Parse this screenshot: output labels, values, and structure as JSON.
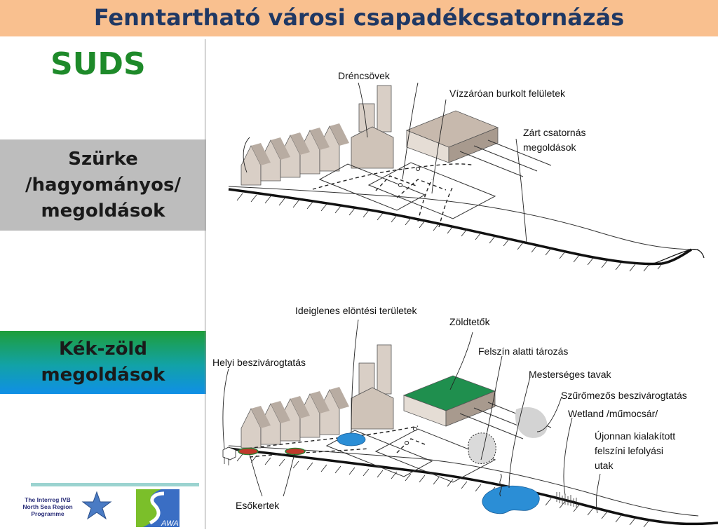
{
  "title": "Fenntartható városi csapadékcsatornázás",
  "heading": "SUDS",
  "grey_box": {
    "lines": [
      "Szürke",
      "/hagyományos/",
      "megoldások"
    ]
  },
  "bluegreen_box": {
    "lines": [
      "Kék-zöld",
      "megoldások"
    ]
  },
  "top_diagram": {
    "labels": {
      "drain": "Dréncsövek",
      "sealed": "Vízzáróan burkolt felületek",
      "closed1": "Zárt csatornás",
      "closed2": "megoldások"
    }
  },
  "bottom_diagram": {
    "labels": {
      "flood": "Ideiglenes elöntési területek",
      "greenroof": "Zöldtetők",
      "underground": "Felszín alatti tározás",
      "local": "Helyi beszivárogtatás",
      "ponds": "Mesterséges tavak",
      "filter": "Szűrőmezős beszivárogtatás",
      "wetland": "Wetland /műmocsár/",
      "new1": "Újonnan kialakított",
      "new2": "felszíni lefolyási",
      "new3": "utak",
      "rain": "Esőkertek"
    }
  },
  "logos": {
    "interreg": [
      "The Interreg IVB",
      "North Sea Region",
      "Programme"
    ],
    "saws": "AWA"
  },
  "colors": {
    "title_bg": "#f9c08f",
    "title_text": "#1f3864",
    "suds_green": "#1e8a2a",
    "grey_box": "#bdbdbd",
    "water_blue": "#2b8ed6",
    "roof_green": "#1f8f4e"
  }
}
